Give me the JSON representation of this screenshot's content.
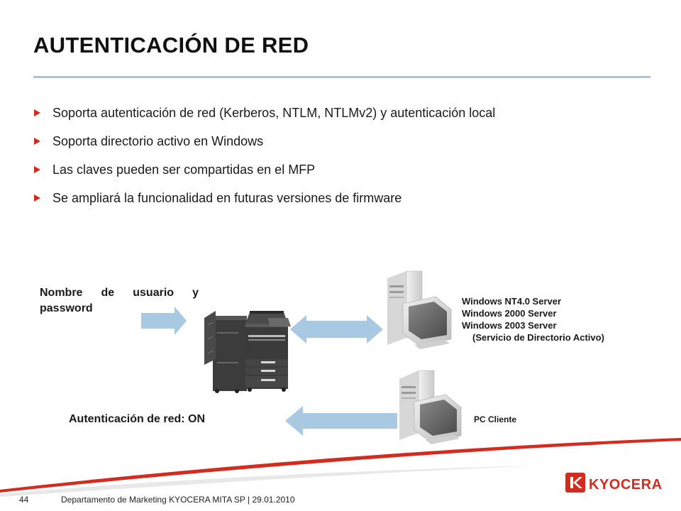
{
  "slide": {
    "title": "AUTENTICACIÓN  DE RED"
  },
  "bullets": [
    "Soporta autenticación de red (Kerberos, NTLM, NTLMv2) y autenticación local",
    "Soporta directorio activo en Windows",
    "Las claves pueden ser compartidas en el MFP",
    "Se ampliará la funcionalidad en futuras versiones de firmware"
  ],
  "diagram": {
    "credentials_label": "Nombre de usuario y password",
    "servers": [
      "Windows NT4.0 Server",
      "Windows 2000 Server",
      "Windows 2003 Server",
      "(Servicio de Directorio Activo)"
    ],
    "auth_status": "Autenticación de red: ON",
    "client_label": "PC Cliente"
  },
  "footer": {
    "page_number": "44",
    "text": "Departamento de Marketing KYOCERA MITA SP | 29.01.2010"
  },
  "brand": {
    "logo_text": "KYOCERA",
    "accent_color": "#d52b1e",
    "rule_color": "#a9c4dd",
    "arrow_color": "#a9c8e2"
  }
}
